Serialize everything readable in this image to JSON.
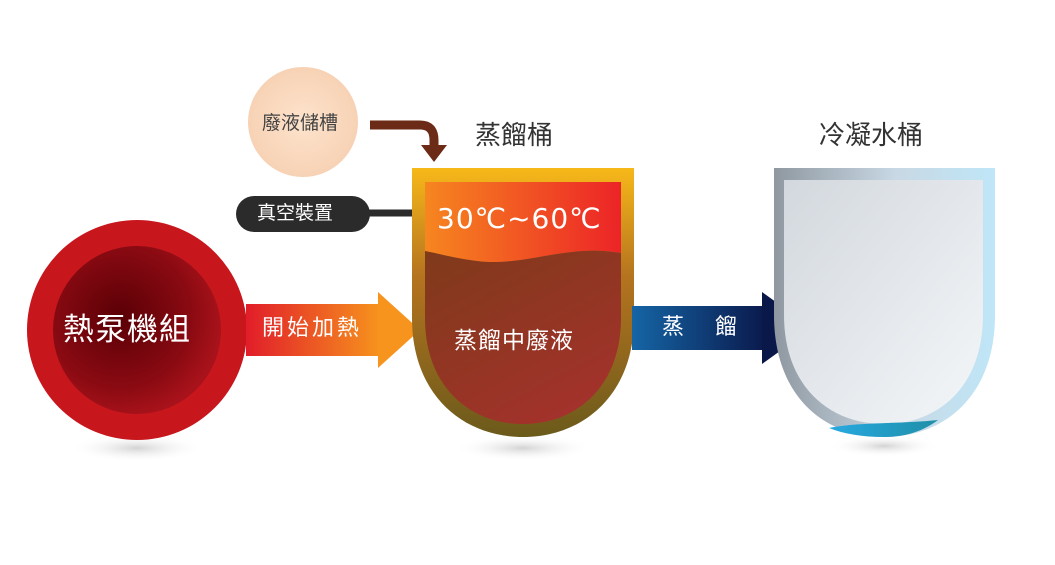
{
  "labels": {
    "waste_tank": "廢液儲槽",
    "vacuum_device": "真空裝置",
    "heat_pump": "熱泵機組",
    "start_heating": "開始加熱",
    "distill_tank": "蒸餾桶",
    "temperature_range": "30℃~60℃",
    "distilling_waste": "蒸餾中廢液",
    "distill_flow": "蒸 餾",
    "condense_tank": "冷凝水桶"
  },
  "colors": {
    "heat_red": "#c8161d",
    "dark_red": "#6e0008",
    "waste_brown": "#7a3a1f",
    "hot_orange": "#f7941d",
    "vacuum_dark": "#2b2b2b",
    "distill_navy": "#0b1f4e",
    "condensate_blue": "#29abe2"
  }
}
